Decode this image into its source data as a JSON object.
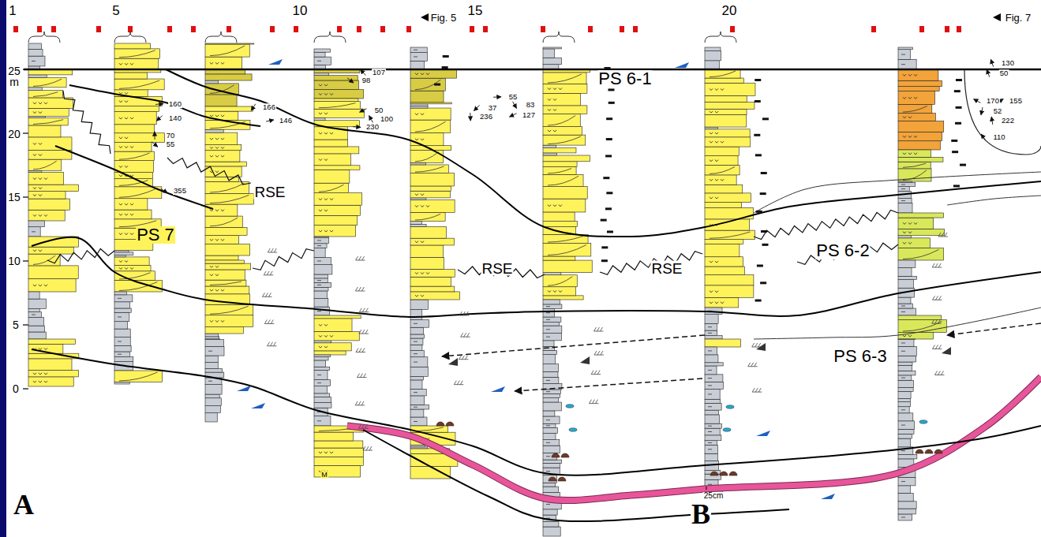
{
  "diagram": {
    "labels": [
      "1",
      "5",
      "10",
      "15",
      "20",
      "Fig. 5",
      "Fig. 7",
      "25",
      "m",
      "20",
      "15",
      "10",
      "5",
      "0",
      "PS 7",
      "PS 6-1",
      "PS 6-2",
      "PS 6-3",
      "RSE",
      "RSE",
      "RSE",
      "160",
      "140",
      "70",
      "55",
      "355",
      "166",
      "146",
      "107",
      "98",
      "50",
      "100",
      "230",
      "55",
      "83",
      "37",
      "127",
      "236",
      "130",
      "50",
      "170",
      "155",
      "52",
      "222",
      "110",
      "25cm",
      "M",
      "A",
      "B"
    ]
  }
}
